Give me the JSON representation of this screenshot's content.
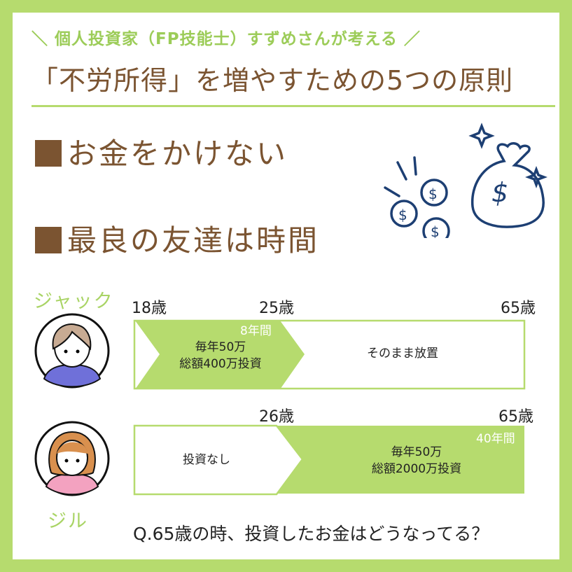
{
  "header": {
    "subtitle": "＼ 個人投資家（FP技能士）すずめさんが考える ／",
    "title": "「不労所得」を増やすための5つの原則"
  },
  "principles": [
    {
      "label": "お金をかけない"
    },
    {
      "label": "最良の友達は時間"
    }
  ],
  "jack": {
    "name": "ジャック",
    "ages": [
      "18歳",
      "25歳",
      "65歳"
    ],
    "duration": "8年間",
    "invest_line1": "毎年50万",
    "invest_line2": "総額400万投資",
    "after": "そのまま放置"
  },
  "jill": {
    "name": "ジル",
    "ages": [
      "26歳",
      "65歳"
    ],
    "duration": "40年間",
    "before": "投資なし",
    "invest_line1": "毎年50万",
    "invest_line2": "総額2000万投資"
  },
  "question": "Q.65歳の時、投資したお金はどうなってる？",
  "colors": {
    "green": "#b6db6e",
    "brown": "#7b5431",
    "navy": "#1d3f73"
  }
}
